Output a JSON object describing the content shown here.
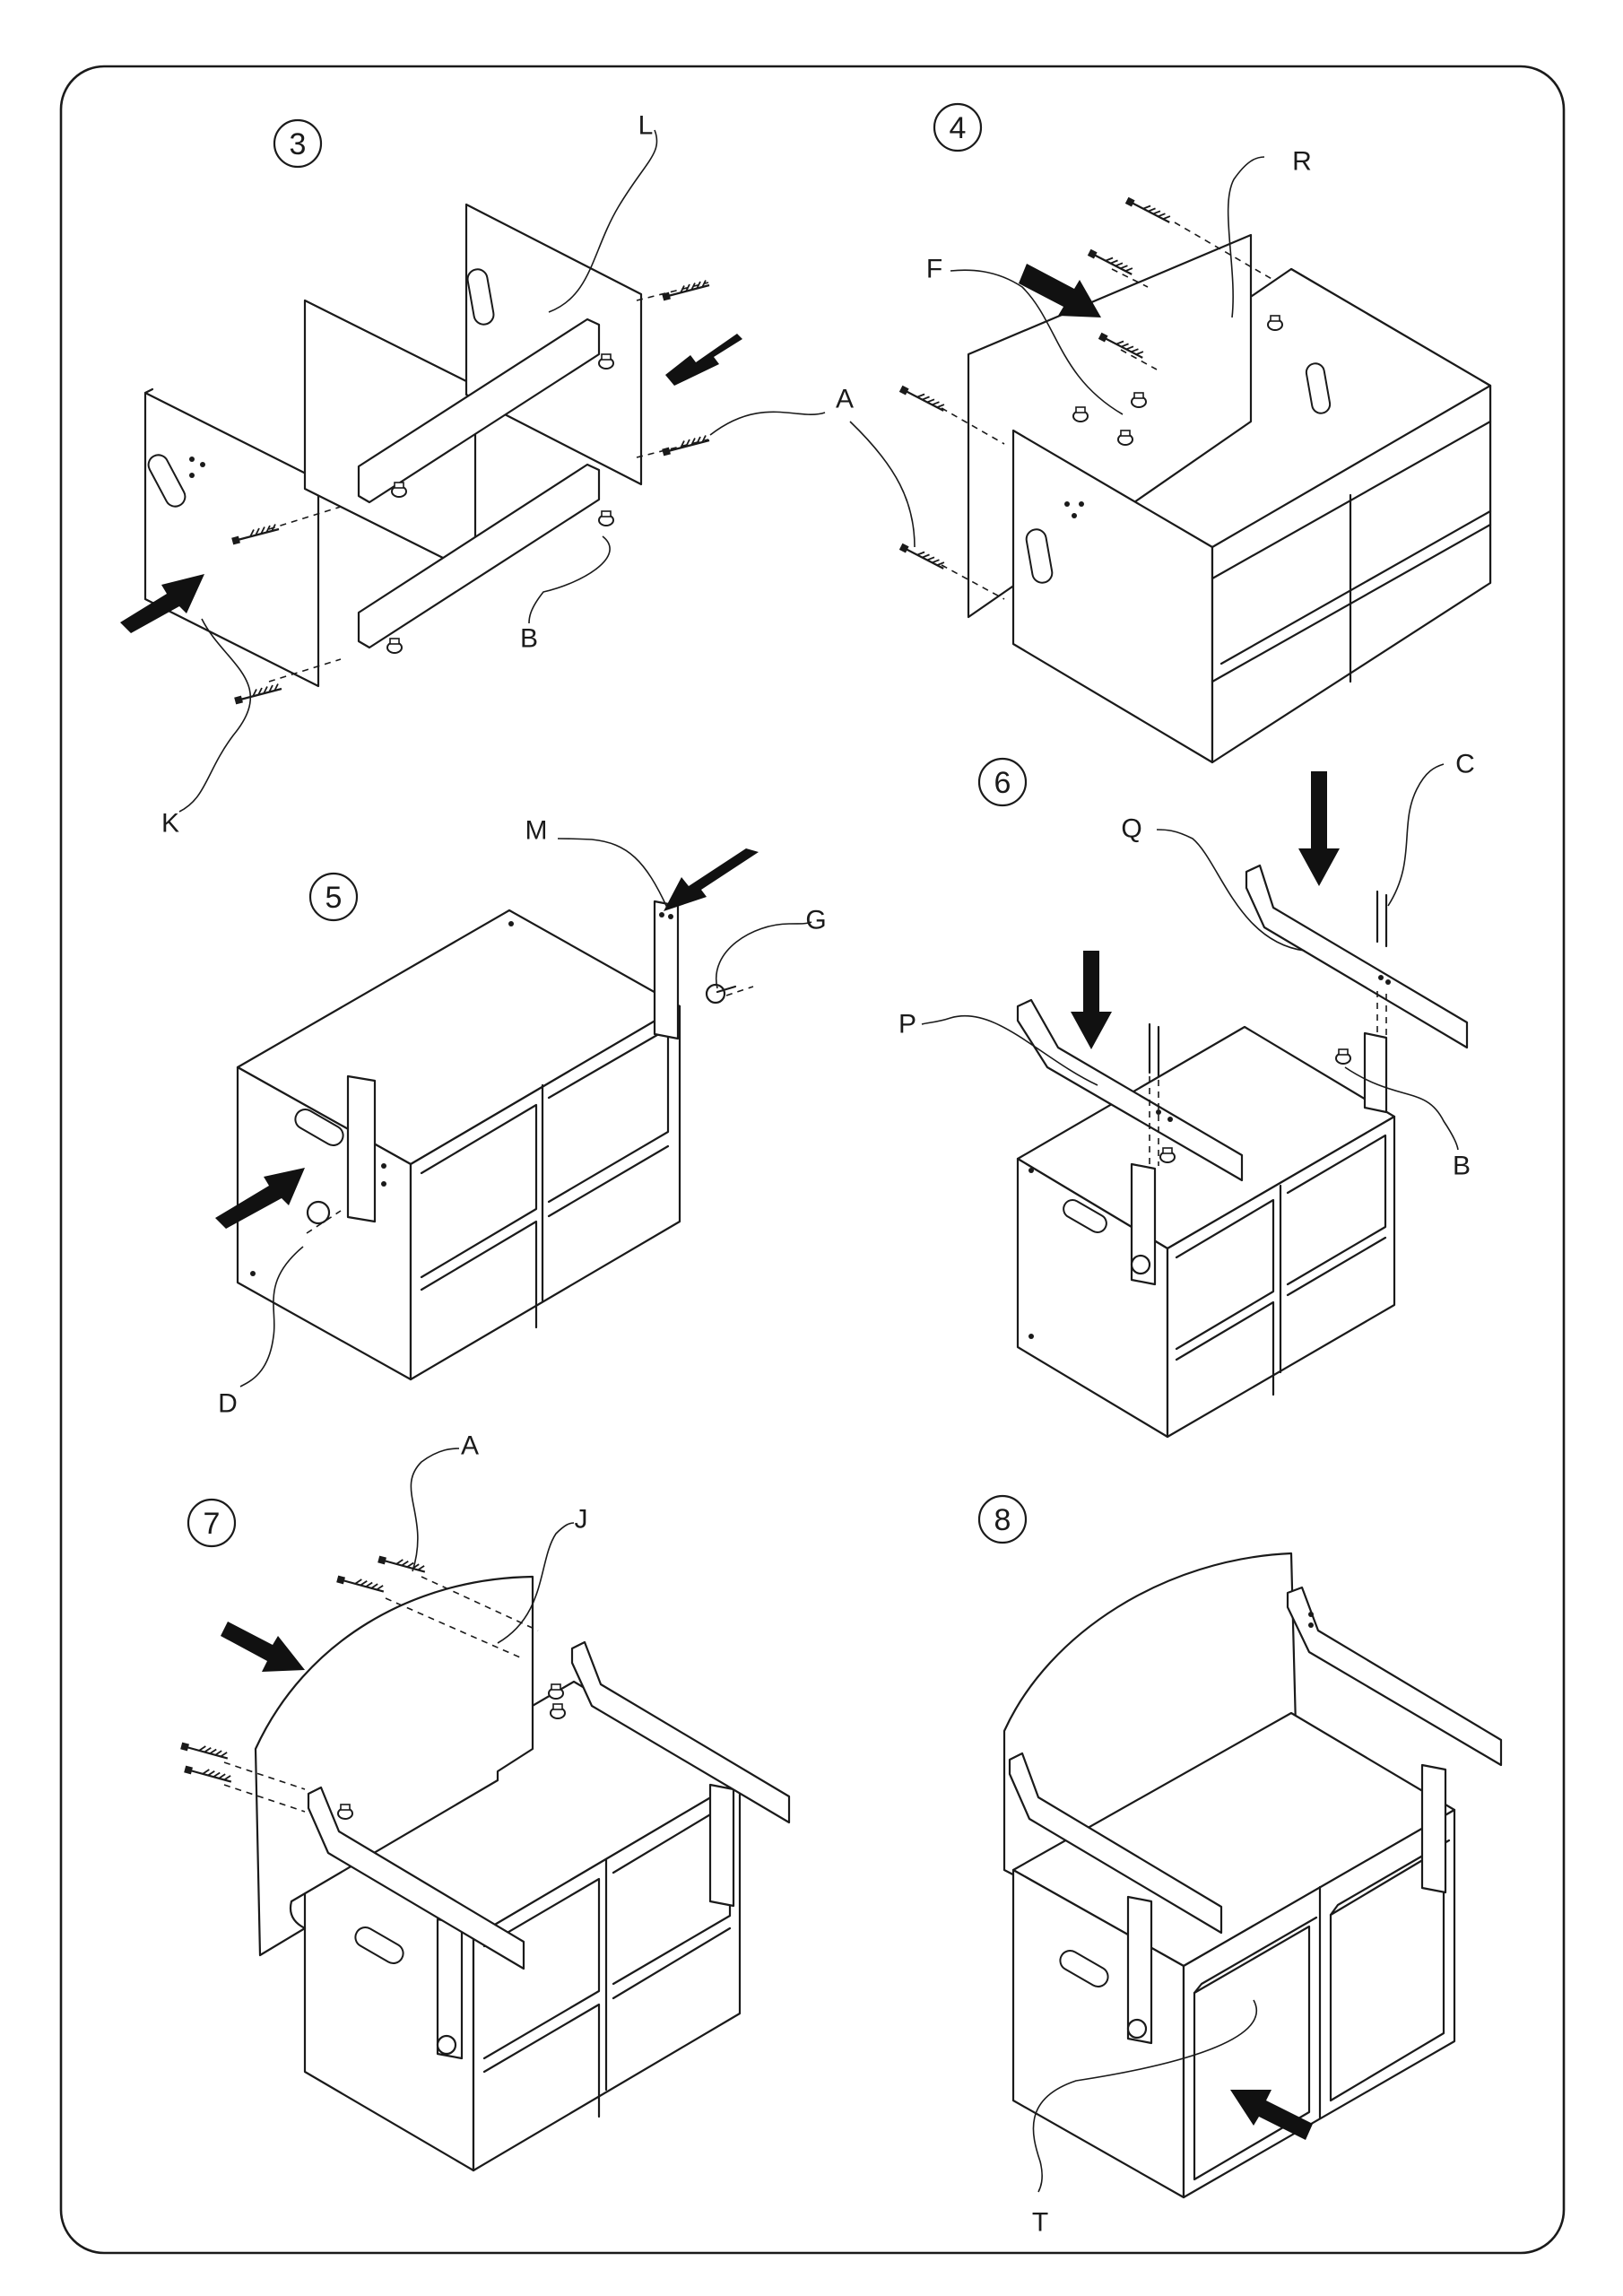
{
  "steps": [
    {
      "number": "3"
    },
    {
      "number": "4"
    },
    {
      "number": "5"
    },
    {
      "number": "6"
    },
    {
      "number": "7"
    },
    {
      "number": "8"
    }
  ],
  "labels": {
    "step3": [
      "L",
      "A",
      "B",
      "K"
    ],
    "step4": [
      "R",
      "F"
    ],
    "step5": [
      "M",
      "G",
      "D"
    ],
    "step6": [
      "C",
      "Q",
      "P",
      "B"
    ],
    "step7": [
      "A",
      "J"
    ],
    "step8": [
      "T"
    ]
  },
  "colors": {
    "line": "#1a1a1a",
    "arrow": "#111111",
    "background": "#ffffff"
  }
}
